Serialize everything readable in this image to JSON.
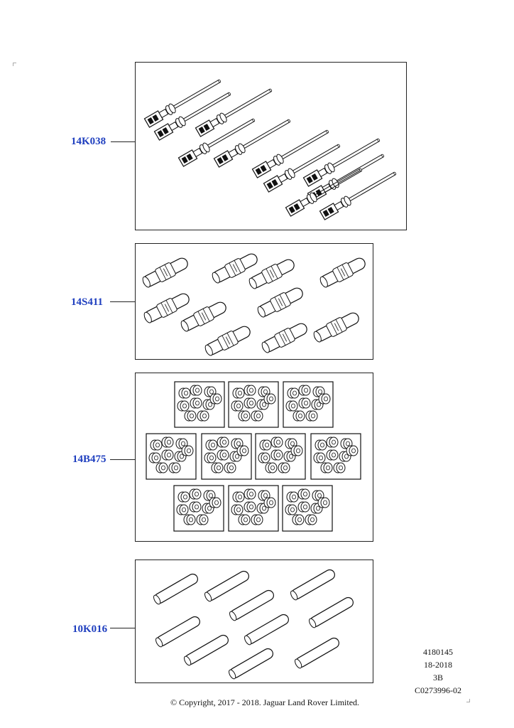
{
  "parts": [
    {
      "label": "14K038"
    },
    {
      "label": "14S411"
    },
    {
      "label": "14B475"
    },
    {
      "label": "10K016"
    }
  ],
  "reference": {
    "line1": "4180145",
    "line2": "18-2018",
    "line3": "3B",
    "line4": "C0273996-02"
  },
  "copyright": "© Copyright, 2017 - 2018. Jaguar Land Rover Limited."
}
